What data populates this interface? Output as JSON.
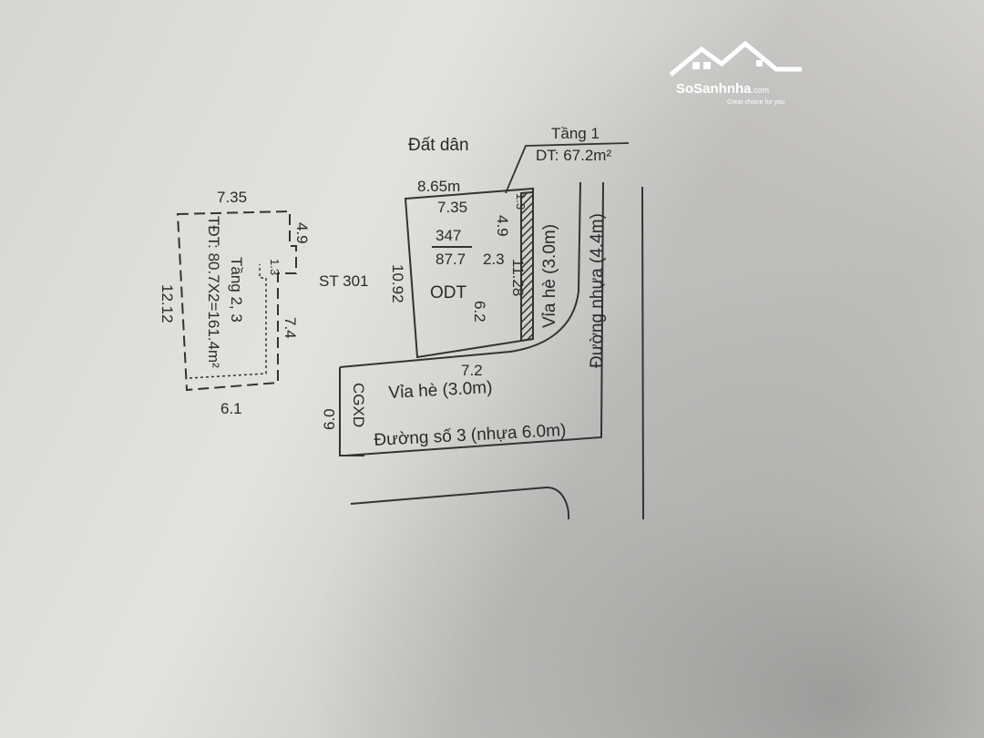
{
  "watermark": {
    "brand": "SoSanhnha",
    "domain_suffix": ".com",
    "tagline": "Great choice for you"
  },
  "plan": {
    "neighbor": "Đất dân",
    "floor1": {
      "label": "Tầng 1",
      "area": "DT: 67.2m²"
    },
    "floors23": {
      "label": "Tầng 2, 3",
      "total_area": "TĐT: 80.7X2=161.4m²"
    },
    "small_plan_dims": {
      "top": "7.35",
      "right_top": "4.9",
      "notch": "1.3",
      "right": "7.4",
      "left": "12.12",
      "bottom": "6.1"
    },
    "lot": {
      "number": "347",
      "area": "87.7",
      "land_use": "ODT",
      "sheet": "ST 301"
    },
    "lot_dims": {
      "top_outer": "8.65m",
      "top_inner": "7.35",
      "corner": "1.3",
      "depth_right": "4.9",
      "inner": "2.3",
      "depth_total": "11.28",
      "inner_right": "6.2",
      "left": "10.92",
      "bottom": "7.2"
    },
    "setback": {
      "label": "CGXD",
      "value": "6.0"
    },
    "streets": {
      "sidewalk_side": "Vỉa hè (3.0m)",
      "sidewalk_front": "Vỉa hè (3.0m)",
      "road_side": "Đường nhựa (4.4m)",
      "road_front": "Đường số 3 (nhựa 6.0m)"
    }
  }
}
